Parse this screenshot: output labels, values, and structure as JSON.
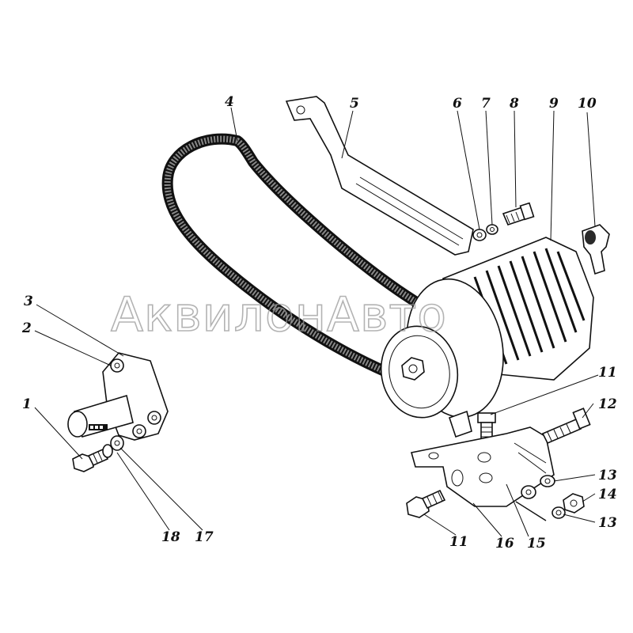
{
  "watermark": "АквилонАвто",
  "callouts": [
    {
      "id": "1",
      "label": "1"
    },
    {
      "id": "2",
      "label": "2"
    },
    {
      "id": "3",
      "label": "3"
    },
    {
      "id": "4",
      "label": "4"
    },
    {
      "id": "5",
      "label": "5"
    },
    {
      "id": "6",
      "label": "6"
    },
    {
      "id": "7",
      "label": "7"
    },
    {
      "id": "8",
      "label": "8"
    },
    {
      "id": "9",
      "label": "9"
    },
    {
      "id": "10",
      "label": "10"
    },
    {
      "id": "11a",
      "label": "11"
    },
    {
      "id": "11b",
      "label": "11"
    },
    {
      "id": "12",
      "label": "12"
    },
    {
      "id": "13a",
      "label": "13"
    },
    {
      "id": "13b",
      "label": "13"
    },
    {
      "id": "14",
      "label": "14"
    },
    {
      "id": "15",
      "label": "15"
    },
    {
      "id": "16",
      "label": "16"
    },
    {
      "id": "17",
      "label": "17"
    },
    {
      "id": "18",
      "label": "18"
    }
  ]
}
